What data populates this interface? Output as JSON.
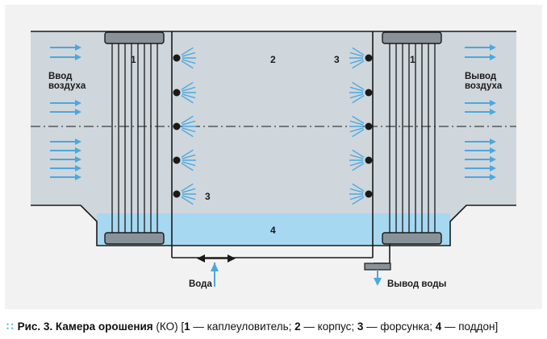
{
  "labels": {
    "inlet_line1": "Ввод",
    "inlet_line2": "воздуха",
    "outlet_line1": "Вывод",
    "outlet_line2": "воздуха",
    "eliminator_left": "1",
    "eliminator_right": "1",
    "body": "2",
    "nozzle_top_right": "3",
    "nozzle_bottom_left": "3",
    "pan": "4",
    "water_in": "Вода",
    "water_out": "Вывод воды"
  },
  "caption": {
    "fig": "Рис. 3. Камера орошения",
    "abbr": " (КО) [",
    "n1": "1",
    "t1": " — каплеуловитель; ",
    "n2": "2",
    "t2": " — корпус; ",
    "n3": "3",
    "t3": " — форсунка; ",
    "n4": "4",
    "t4": " — поддон]"
  },
  "colors": {
    "air": "#cfd6dc",
    "water": "#a6d8f2",
    "arrow": "#4aa8df",
    "line": "#1a1a1a",
    "frame": "#8a9299"
  },
  "icons": {
    "airflow": "arrow-right-icon",
    "nozzle": "spray-nozzle-icon",
    "water": "arrow-up-icon"
  }
}
